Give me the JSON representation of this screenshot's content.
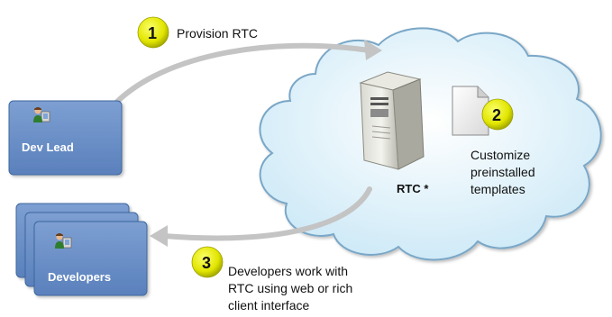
{
  "step1": {
    "number": "1",
    "label": "Provision RTC"
  },
  "step2": {
    "number": "2",
    "label_lines": [
      "Customize",
      "preinstalled",
      "templates"
    ]
  },
  "step3": {
    "number": "3",
    "label_lines": [
      "Developers work with",
      "RTC using web or rich",
      "client interface"
    ]
  },
  "dev_lead": {
    "label": "Dev Lead"
  },
  "developers": {
    "label": "Developers"
  },
  "server": {
    "label": "RTC *"
  },
  "colors": {
    "box_fill": "#6b90c8",
    "box_border": "#3e679f",
    "cloud_fill": "#dff2fb",
    "cloud_border": "#7aa7c7",
    "badge_fill": "#e2e600",
    "arrow": "#c4c4c4"
  },
  "icons": [
    "user-at-computer-icon",
    "server-tower-icon",
    "document-icon"
  ]
}
